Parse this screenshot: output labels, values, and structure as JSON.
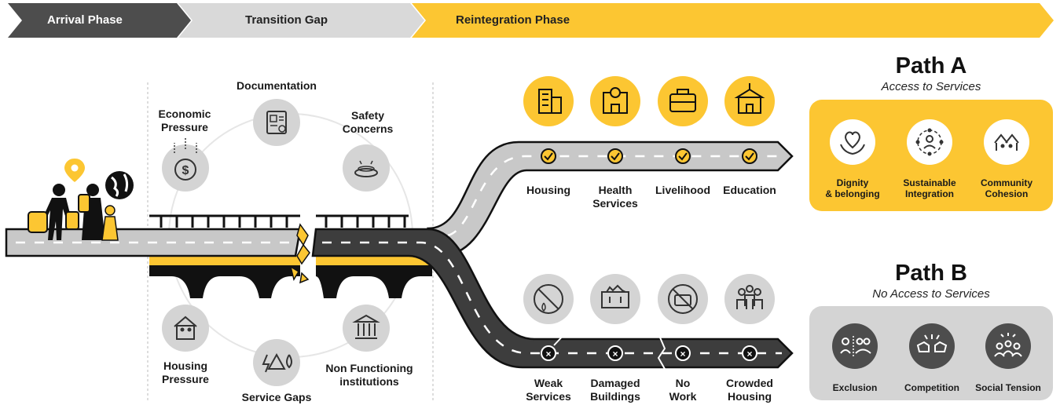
{
  "phases": {
    "arrival": "Arrival Phase",
    "transition": "Transition Gap",
    "reintegration": "Reintegration Phase"
  },
  "challenges": {
    "documentation": "Documentation",
    "economic_pressure": [
      "Economic",
      "Pressure"
    ],
    "safety_concerns": [
      "Safety",
      "Concerns"
    ],
    "housing_pressure": [
      "Housing",
      "Pressure"
    ],
    "service_gaps": "Service Gaps",
    "non_functioning": [
      "Non Functioning",
      "institutions"
    ]
  },
  "path_a": {
    "title": "Path A",
    "subtitle": "Access to Services",
    "services": [
      "Housing",
      [
        "Health",
        "Services"
      ],
      "Livelihood",
      "Education"
    ],
    "outcomes": [
      [
        "Dignity",
        "& belonging"
      ],
      [
        "Sustainable",
        "Integration"
      ],
      [
        "Community",
        "Cohesion"
      ]
    ]
  },
  "path_b": {
    "title": "Path B",
    "subtitle": "No Access to Services",
    "issues": [
      [
        "Weak",
        "Services"
      ],
      [
        "Damaged",
        "Buildings"
      ],
      [
        "No",
        "Work"
      ],
      [
        "Crowded",
        "Housing"
      ]
    ],
    "outcomes": [
      "Exclusion",
      "Competition",
      "Social Tension"
    ]
  },
  "colors": {
    "yellow": "#fcc632",
    "dark_gray": "#4d4d4d",
    "light_gray": "#d9d9d9",
    "road_dark": "#3d3d3d",
    "road_light": "#c8c8c8"
  }
}
